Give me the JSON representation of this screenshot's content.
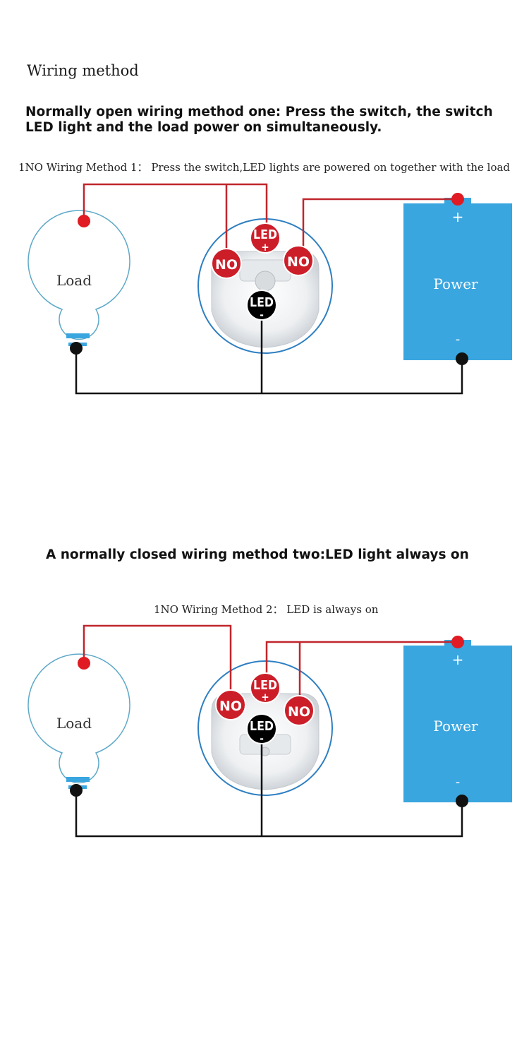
{
  "heading": "Wiring method",
  "method_one": {
    "description": "Normally open wiring method one: Press the switch, the switch LED light and the load power on simultaneously.",
    "caption": "1NO Wiring Method 1： Press the switch,LED lights are powered on together with the load"
  },
  "method_two": {
    "description": "A normally closed wiring method two:LED light always on",
    "caption": "1NO Wiring Method 2： LED  is always on"
  },
  "labels": {
    "load": "Load",
    "power": "Power",
    "plus": "+",
    "minus": "-",
    "no": "NO",
    "led": "LED"
  },
  "colors": {
    "wire_red": "#c0262c",
    "wire_black": "#111111",
    "terminal_red": "#e01b24",
    "power_blue": "#3aa6df",
    "load_outline": "#5fa9c9"
  }
}
